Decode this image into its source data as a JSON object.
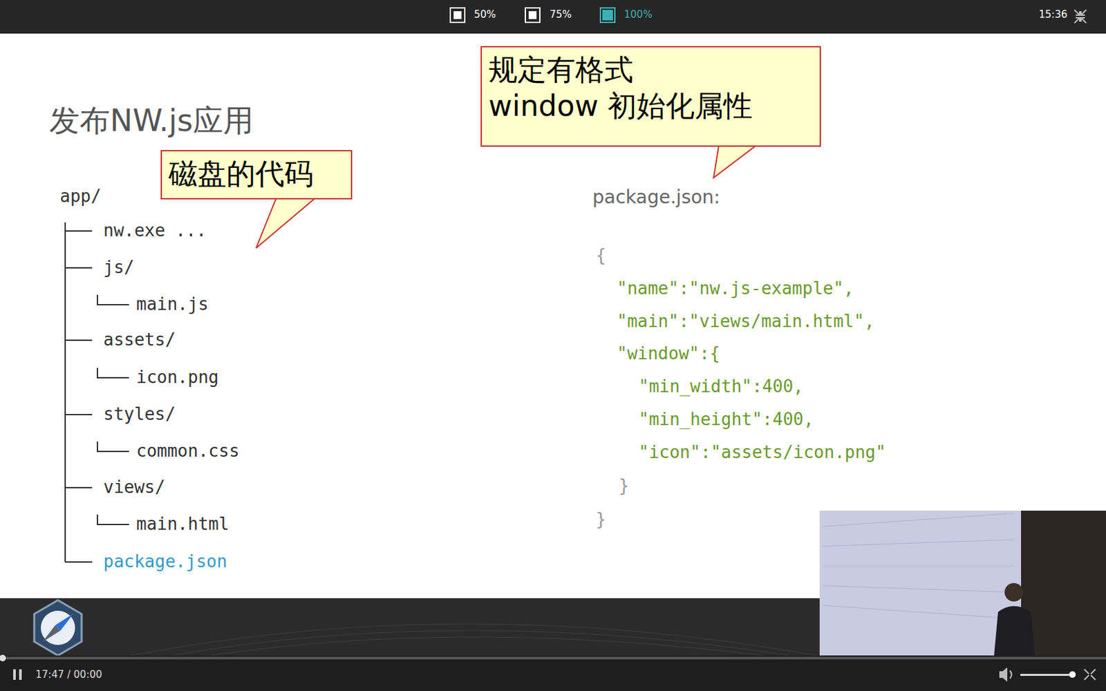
{
  "diagram": {
    "title": "发布NW.js应用",
    "nodes": [
      {
        "text": [
          "磁盘的代码"
        ]
      },
      {
        "text": [
          "规定有格式",
          "window 初始化属性"
        ]
      }
    ],
    "labels": [
      "50%",
      "75%",
      "100%",
      "15:36",
      "app/",
      "nw.exe ...",
      "js/",
      "main.js",
      "assets/",
      "icon.png",
      "styles/",
      "common.css",
      "views/",
      "main.html",
      "package.json",
      "package.json:",
      "{",
      "\"name\":\"nw.js-example\",",
      "\"main\":\"views/main.html\",",
      "\"window\":{",
      "\"min_width\":400,",
      "\"min_height\":400,",
      "\"icon\":\"assets/icon.png\"",
      "}",
      "}",
      "17:47 / 00:00"
    ]
  }
}
